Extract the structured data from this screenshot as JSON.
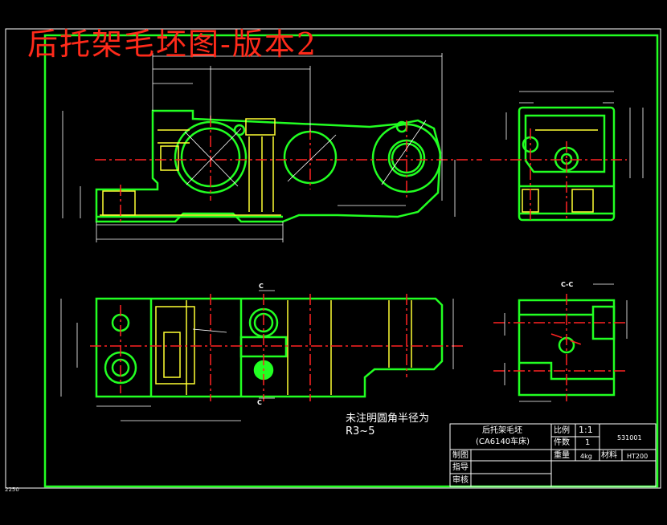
{
  "drawing": {
    "title": "后托架毛坯图-版本2",
    "note_line1": "未注明圆角半径为",
    "note_line2": "R3~5",
    "view_label_top": "C",
    "view_label_bottom": "C",
    "section_label": "C-C",
    "corner_tag": "2250"
  },
  "title_block": {
    "part_name": "后托架毛坯",
    "machine": "(CA6140车床)",
    "scale_label": "比例",
    "scale_value": "1:1",
    "qty_label": "件数",
    "qty_value": "1",
    "drawing_no": "531001",
    "weight_label": "重量",
    "weight_value": "4kg",
    "material_label": "材料",
    "material_value": "HT200",
    "row_drawn": "制图",
    "row_guide": "指导",
    "row_review": "审核"
  },
  "colors": {
    "background": "#000000",
    "outline": "#22ff22",
    "hidden": "#ffff33",
    "center": "#ff2222",
    "dimension": "#ffffff",
    "title": "#ff2a1a"
  }
}
